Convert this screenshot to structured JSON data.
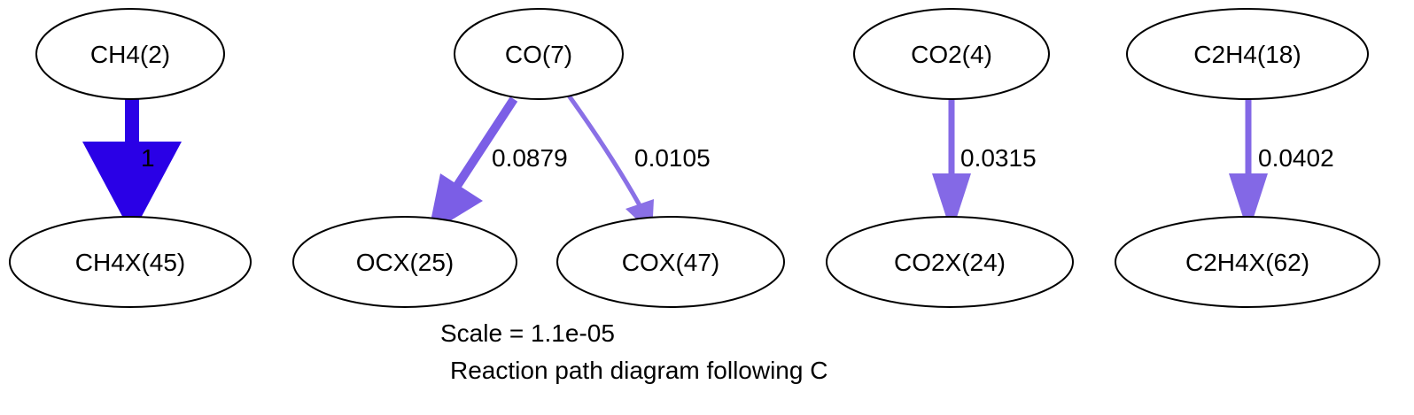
{
  "nodes": {
    "ch4": "CH4(2)",
    "co": "CO(7)",
    "co2": "CO2(4)",
    "c2h4": "C2H4(18)",
    "ch4x": "CH4X(45)",
    "ocx": "OCX(25)",
    "cox": "COX(47)",
    "co2x": "CO2X(24)",
    "c2h4x": "C2H4X(62)"
  },
  "edges": [
    {
      "from": "CH4(2)",
      "to": "CH4X(45)",
      "label": "1",
      "value": 1,
      "color": "#2a00e6"
    },
    {
      "from": "CO(7)",
      "to": "OCX(25)",
      "label": "0.0879",
      "value": 0.0879,
      "color": "#7b5ee6"
    },
    {
      "from": "CO(7)",
      "to": "COX(47)",
      "label": "0.0105",
      "value": 0.0105,
      "color": "#8a70e6"
    },
    {
      "from": "CO2(4)",
      "to": "CO2X(24)",
      "label": "0.0315",
      "value": 0.0315,
      "color": "#8469e6"
    },
    {
      "from": "C2H4(18)",
      "to": "C2H4X(62)",
      "label": "0.0402",
      "value": 0.0402,
      "color": "#8368e6"
    }
  ],
  "caption": {
    "scale": "Scale = 1.1e-05",
    "title": "Reaction path diagram following C"
  }
}
